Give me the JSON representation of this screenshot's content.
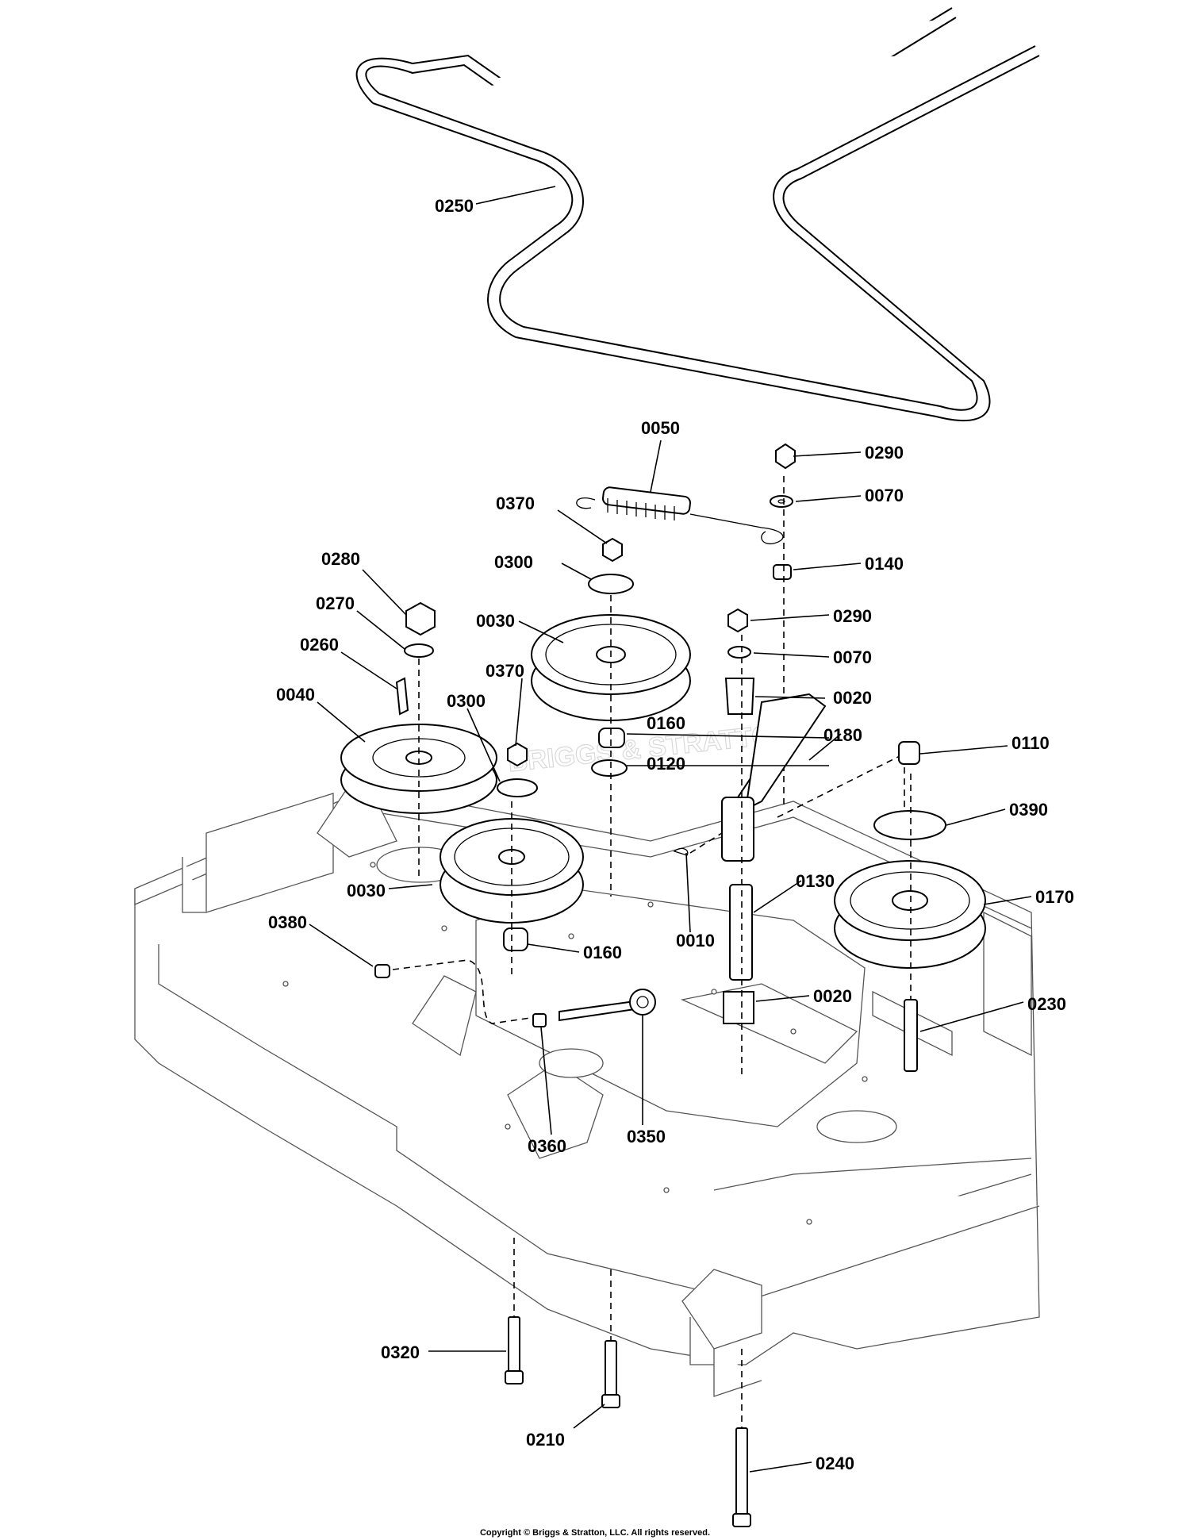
{
  "diagram": {
    "watermark": "BRIGGS & STRATTON",
    "copyright": "Copyright © Briggs & Stratton, LLC. All rights reserved.",
    "parts": [
      "0250",
      "0050",
      "0290",
      "0070",
      "0370",
      "0140",
      "0300",
      "0280",
      "0030",
      "0270",
      "0290",
      "0260",
      "0070",
      "0370",
      "0040",
      "0300",
      "0020",
      "0160",
      "0180",
      "0110",
      "0120",
      "0390",
      "0130",
      "0170",
      "0030",
      "0010",
      "0380",
      "0160",
      "0020",
      "0230",
      "0360",
      "0350",
      "0320",
      "0210",
      "0240"
    ]
  }
}
